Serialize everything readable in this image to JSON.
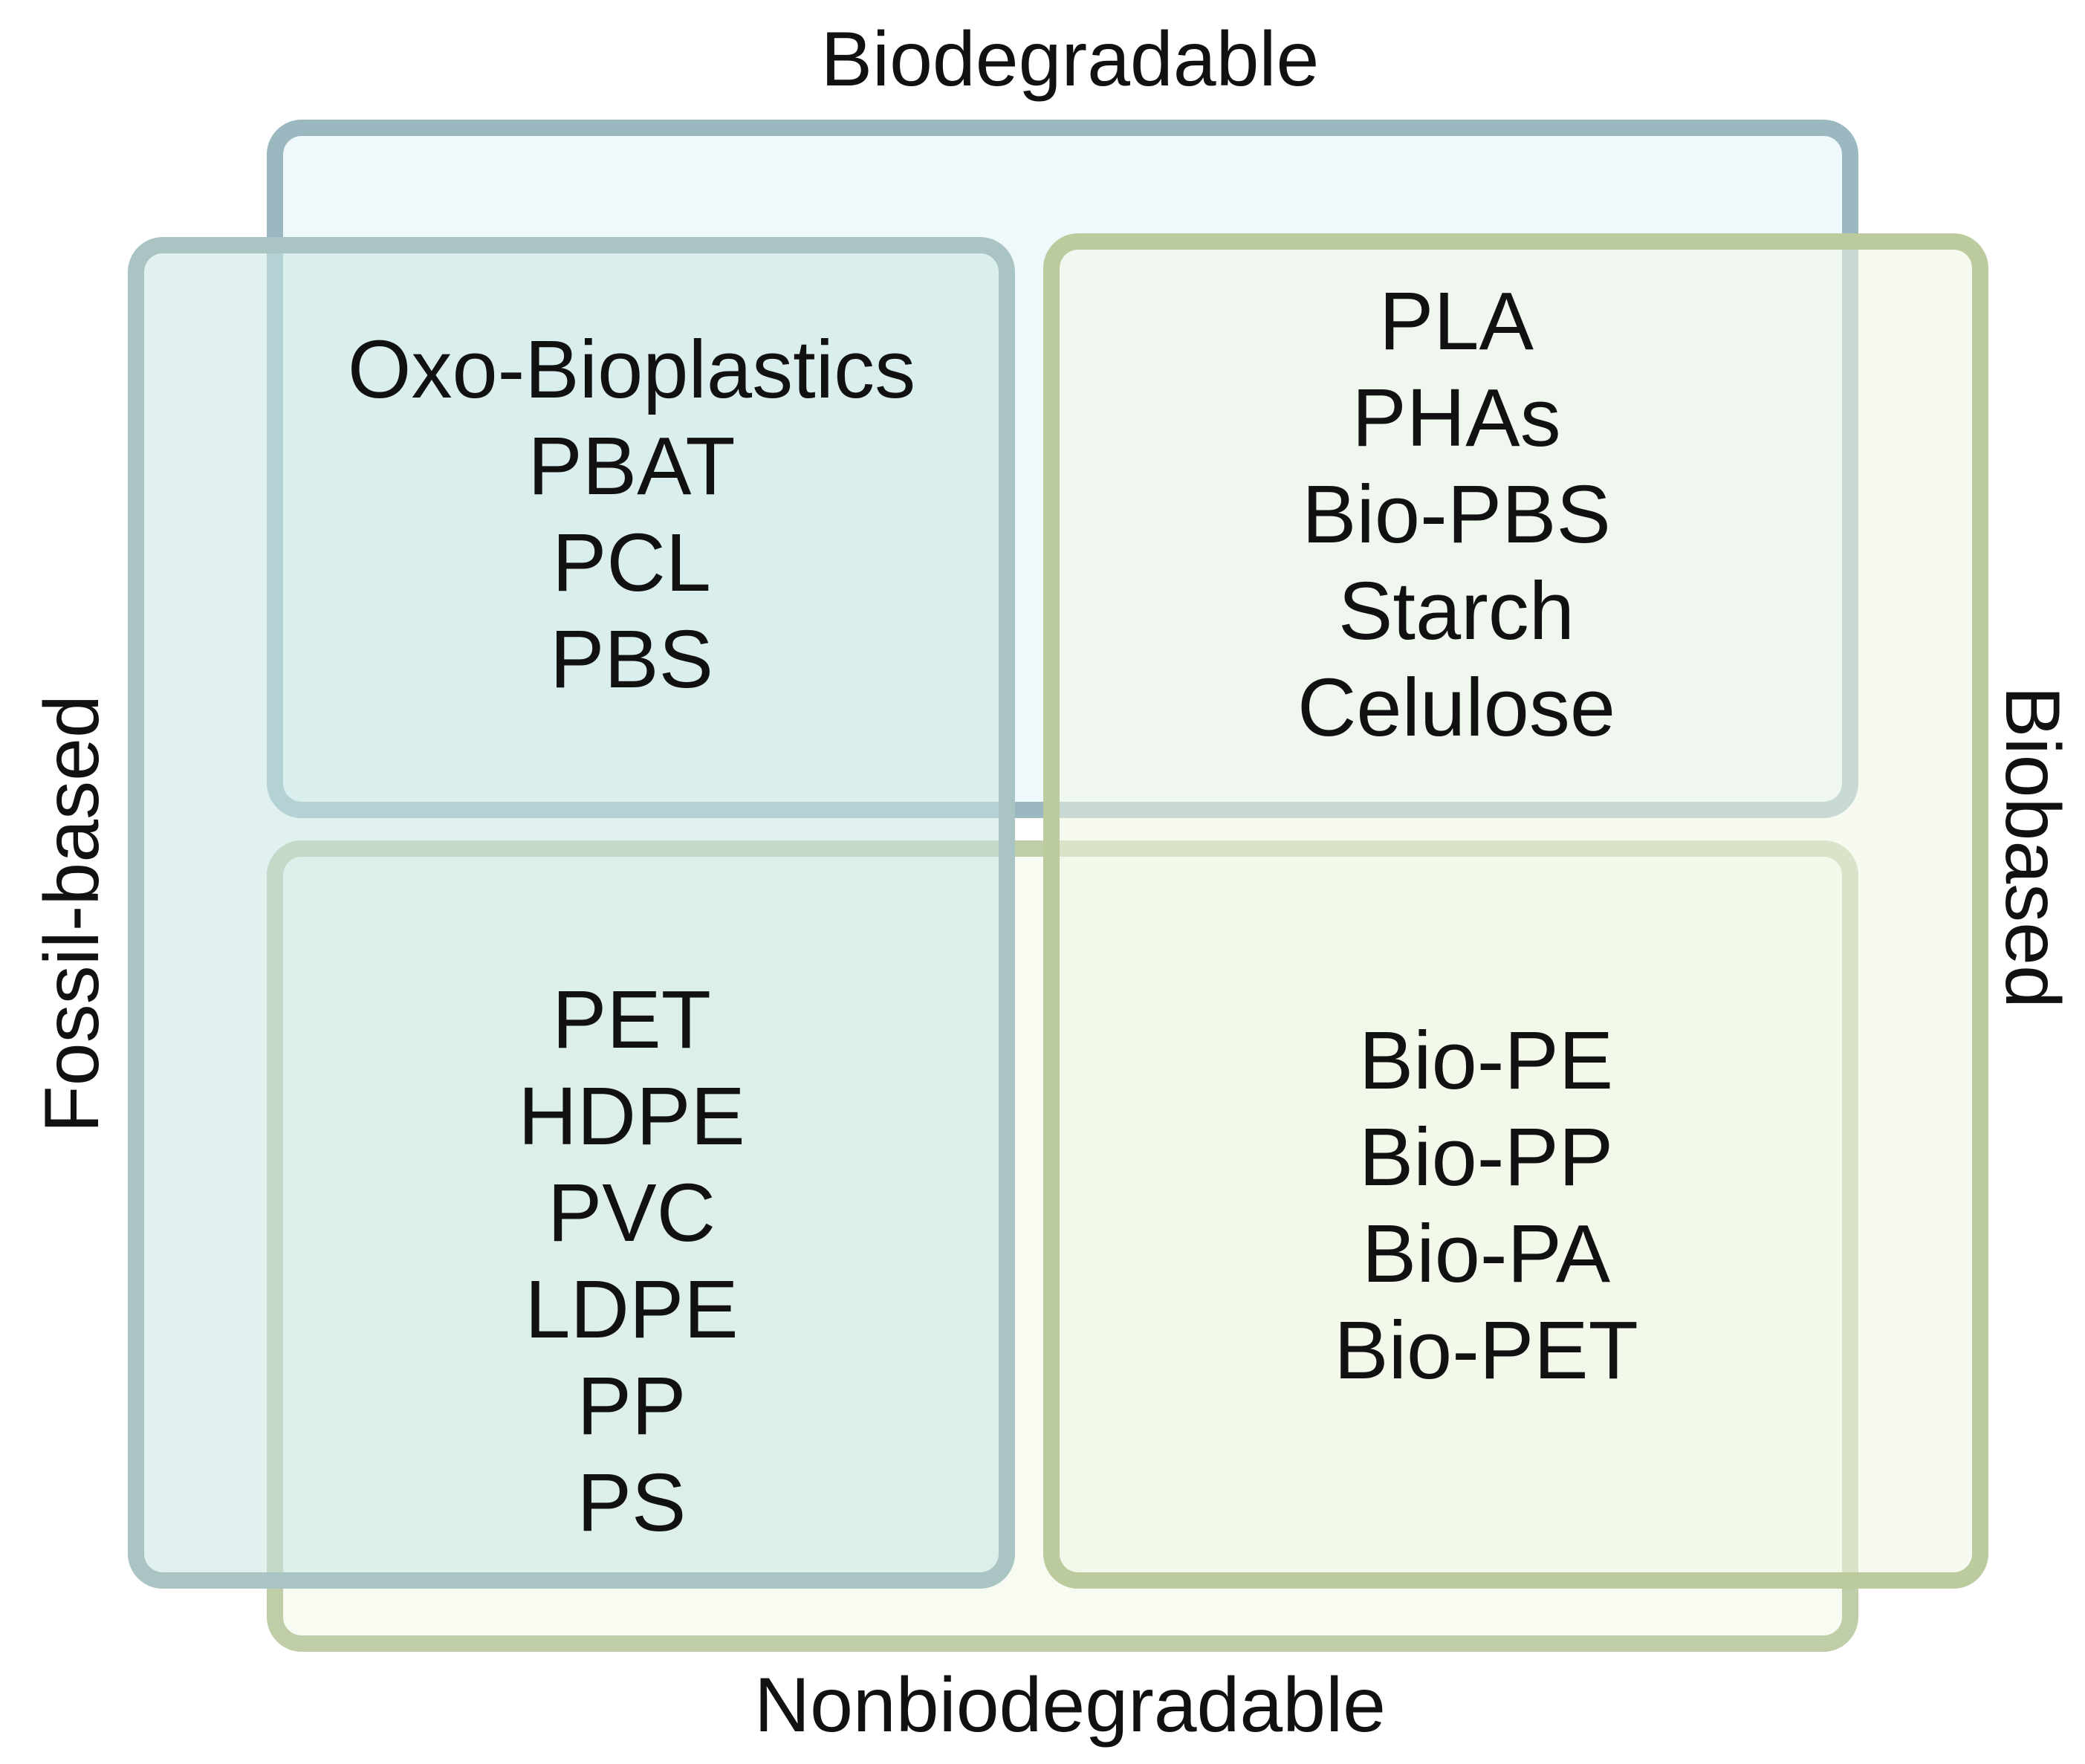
{
  "axes": {
    "top": "Biodegradable",
    "bottom": "Nonbiodegradable",
    "left": "Fossil-based",
    "right": "Biobased"
  },
  "quadrants": {
    "fossil_biodegradable": [
      "Oxo-Bioplastics",
      "PBAT",
      "PCL",
      "PBS"
    ],
    "bio_biodegradable": [
      "PLA",
      "PHAs",
      "Bio-PBS",
      "Starch",
      "Celulose"
    ],
    "fossil_nonbiodegradable": [
      "PET",
      "HDPE",
      "PVC",
      "LDPE",
      "PP",
      "PS"
    ],
    "bio_nonbiodegradable": [
      "Bio-PE",
      "Bio-PP",
      "Bio-PA",
      "Bio-PET"
    ]
  },
  "colors": {
    "biodegradable_fill": "#EAF6F8",
    "biodegradable_stroke": "#9BB8C0",
    "nonbiodegradable_fill": "#F4F9EC",
    "nonbiodegradable_stroke": "#BFCDA8",
    "fossil_fill": "#C9E5E3",
    "fossil_stroke": "#A9C4C2",
    "biobased_fill": "#EEF6E4",
    "biobased_stroke": "#BBCB9E",
    "text": "#111111"
  }
}
